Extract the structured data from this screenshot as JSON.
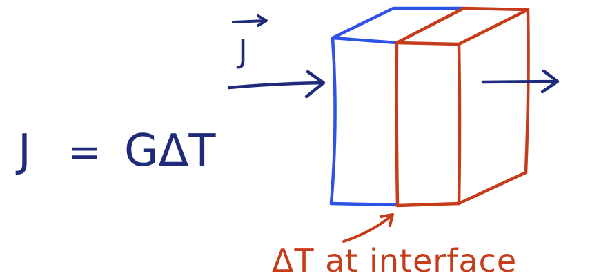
{
  "flux_vector_label": "J",
  "equation": {
    "lhs": "J",
    "equals": "=",
    "rhs": "GΔT"
  },
  "interface_caption": "ΔT at interface",
  "colors": {
    "ink_navy": "#1f2b7a",
    "left_block": "#2f52e6",
    "right_block": "#c63b1a",
    "caption": "#c63b1a"
  },
  "icons": {
    "incoming_arrow": "arrow-right-icon",
    "outgoing_arrow": "arrow-right-icon",
    "caption_pointer": "arrow-up-right-icon"
  }
}
